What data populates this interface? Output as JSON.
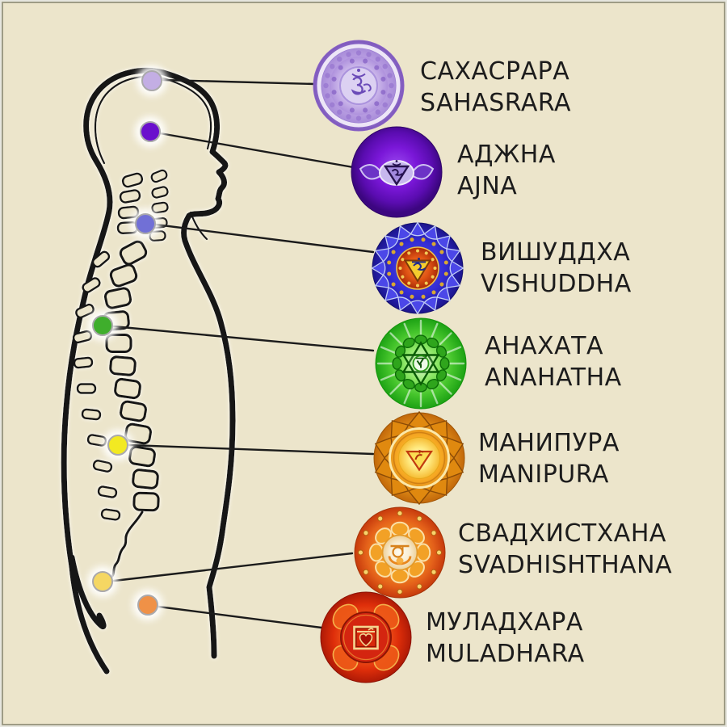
{
  "diagram": {
    "background_color": "#ece5cb",
    "frame_color": "#9e9c85",
    "text_color": "#1c1c1c",
    "connector_color": "#1b1b1b",
    "figure": "human-side-profile-with-spine"
  },
  "chakras": [
    {
      "name": "sahasrara",
      "label_ru": "САХАСРАРА",
      "label_en": "SAHASRARA",
      "dot_color": "#c3aee4",
      "mandala_color": "#a586d8"
    },
    {
      "name": "ajna",
      "label_ru": "АДЖНА",
      "label_en": "AJNA",
      "dot_color": "#6a10cd",
      "mandala_color": "#6a0fd4"
    },
    {
      "name": "vishuddha",
      "label_ru": "ВИШУДДХА",
      "label_en": "VISHUDDHA",
      "dot_color": "#7170d6",
      "mandala_color": "#332cd4"
    },
    {
      "name": "anahata",
      "label_ru": "АНАХАТА",
      "label_en": "ANAHATHA",
      "dot_color": "#3fae2c",
      "mandala_color": "#46c52c"
    },
    {
      "name": "manipura",
      "label_ru": "МАНИПУРА",
      "label_en": "MANIPURA",
      "dot_color": "#f2e922",
      "mandala_color": "#f6a822"
    },
    {
      "name": "svadhisthana",
      "label_ru": "СВАДХИСТХАНА",
      "label_en": "SVADHISHTHANA",
      "dot_color": "#f5d763",
      "mandala_color": "#f2951f"
    },
    {
      "name": "muladhara",
      "label_ru": "МУЛАДХАРА",
      "label_en": "MULADHARA",
      "dot_color": "#ef9147",
      "mandala_color": "#de2e0a"
    }
  ]
}
